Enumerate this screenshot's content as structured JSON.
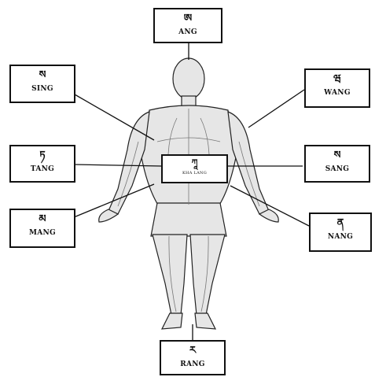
{
  "labels": {
    "top": {
      "glyph": "ཨ",
      "word": "ANG"
    },
    "upper_left": {
      "glyph": "ས",
      "word": "SING"
    },
    "upper_right": {
      "glyph": "ཝ",
      "word": "WANG"
    },
    "mid_left": {
      "glyph": "ཏ",
      "word": "TANG"
    },
    "mid_right": {
      "glyph": "ས",
      "word": "SANG"
    },
    "lower_left": {
      "glyph": "མ",
      "word": "MANG"
    },
    "lower_right": {
      "glyph": "ན",
      "word": "NANG"
    },
    "bottom": {
      "glyph": "ར",
      "word": "RANG"
    },
    "center": {
      "glyph": "ཀཱ",
      "word": "KHA LANG"
    }
  },
  "colors": {
    "ink": "#111111",
    "body_fill": "#e9e9e9",
    "vessel": "#777777"
  }
}
